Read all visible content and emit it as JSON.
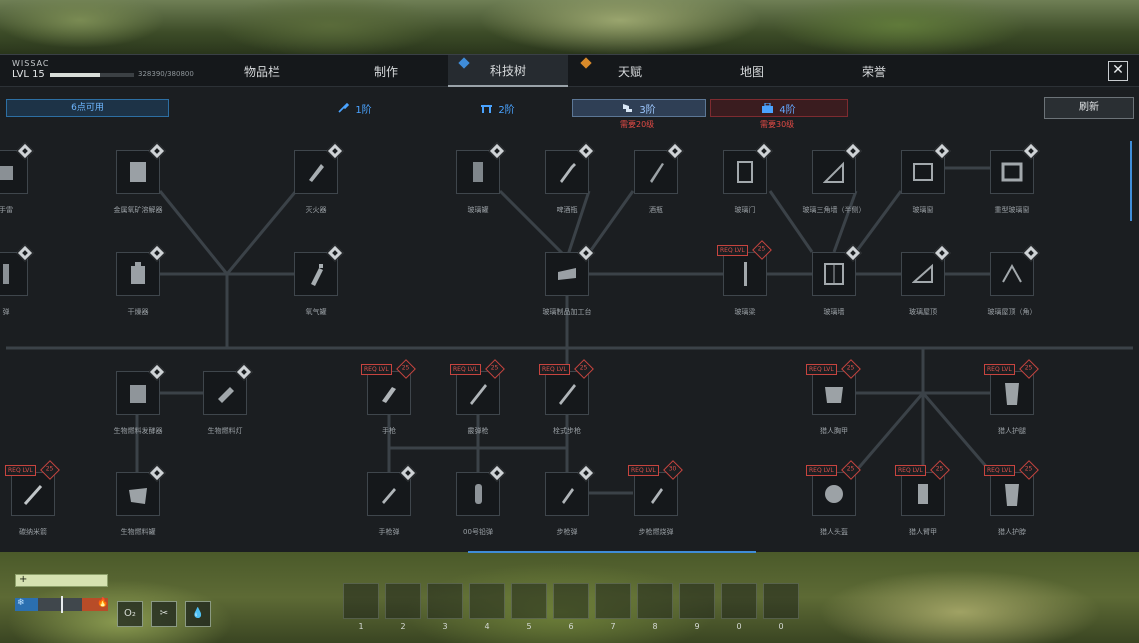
{
  "player": {
    "name": "WISSAC",
    "level": "LVL 15",
    "xp_text": "328390/380800",
    "xp_fraction": 0.6
  },
  "tabs": [
    {
      "label": "物品栏"
    },
    {
      "label": "制作"
    },
    {
      "label": "科技树",
      "active": true
    },
    {
      "label": "天赋"
    },
    {
      "label": "地图"
    },
    {
      "label": "荣誉"
    }
  ],
  "close_label": "✕",
  "tierbar": {
    "points": "6点可用",
    "tiers": [
      {
        "label": "1阶",
        "req": ""
      },
      {
        "label": "2阶",
        "req": ""
      },
      {
        "label": "3阶",
        "req": "需要20级"
      },
      {
        "label": "4阶",
        "req": "需要30级"
      }
    ],
    "refresh": "刷新"
  },
  "req_text": "REQ LVL",
  "nodes": [
    {
      "label": "手雷",
      "req": ""
    },
    {
      "label": "金属氧矿溶解器",
      "req": ""
    },
    {
      "label": "灭火器",
      "req": ""
    },
    {
      "label": "玻璃罐",
      "req": ""
    },
    {
      "label": "啤酒瓶",
      "req": ""
    },
    {
      "label": "酒瓶",
      "req": ""
    },
    {
      "label": "玻璃门",
      "req": ""
    },
    {
      "label": "玻璃三角墙（半侧）",
      "req": ""
    },
    {
      "label": "玻璃窗",
      "req": ""
    },
    {
      "label": "重型玻璃窗",
      "req": ""
    },
    {
      "label": "弹",
      "req": ""
    },
    {
      "label": "干燥器",
      "req": ""
    },
    {
      "label": "氧气罐",
      "req": ""
    },
    {
      "label": "玻璃制品加工台",
      "req": ""
    },
    {
      "label": "玻璃梁",
      "req": "25"
    },
    {
      "label": "玻璃墙",
      "req": ""
    },
    {
      "label": "玻璃屋顶",
      "req": ""
    },
    {
      "label": "玻璃屋顶（角）",
      "req": ""
    },
    {
      "label": "生物燃料发酵器",
      "req": ""
    },
    {
      "label": "生物燃料灯",
      "req": ""
    },
    {
      "label": "手枪",
      "req": "25"
    },
    {
      "label": "霰弹枪",
      "req": "25"
    },
    {
      "label": "栓式步枪",
      "req": "25"
    },
    {
      "label": "猎人胸甲",
      "req": "25"
    },
    {
      "label": "猎人护腿",
      "req": "25"
    },
    {
      "label": "碳纳米箭",
      "req": "25"
    },
    {
      "label": "生物燃料罐",
      "req": ""
    },
    {
      "label": "手枪弹",
      "req": ""
    },
    {
      "label": "00号铅弹",
      "req": ""
    },
    {
      "label": "步枪弹",
      "req": ""
    },
    {
      "label": "步枪燃烧弹",
      "req": "30"
    },
    {
      "label": "猎人头盔",
      "req": "25"
    },
    {
      "label": "猎人臂甲",
      "req": "25"
    },
    {
      "label": "猎人护脖",
      "req": "25"
    }
  ],
  "hud": {
    "health_icon": "+",
    "cold_icon": "❄",
    "hot_icon": "🔥",
    "temperature_fraction": 0.5,
    "status_icons": [
      "O₂",
      "✂",
      "💧"
    ],
    "hotbar": [
      "1",
      "2",
      "3",
      "4",
      "5",
      "6",
      "7",
      "8",
      "9",
      "0",
      "0"
    ]
  },
  "colors": {
    "accent": "#3f8cd8",
    "locked": "#c7443f",
    "tier_blue": "#4aa3ff"
  }
}
